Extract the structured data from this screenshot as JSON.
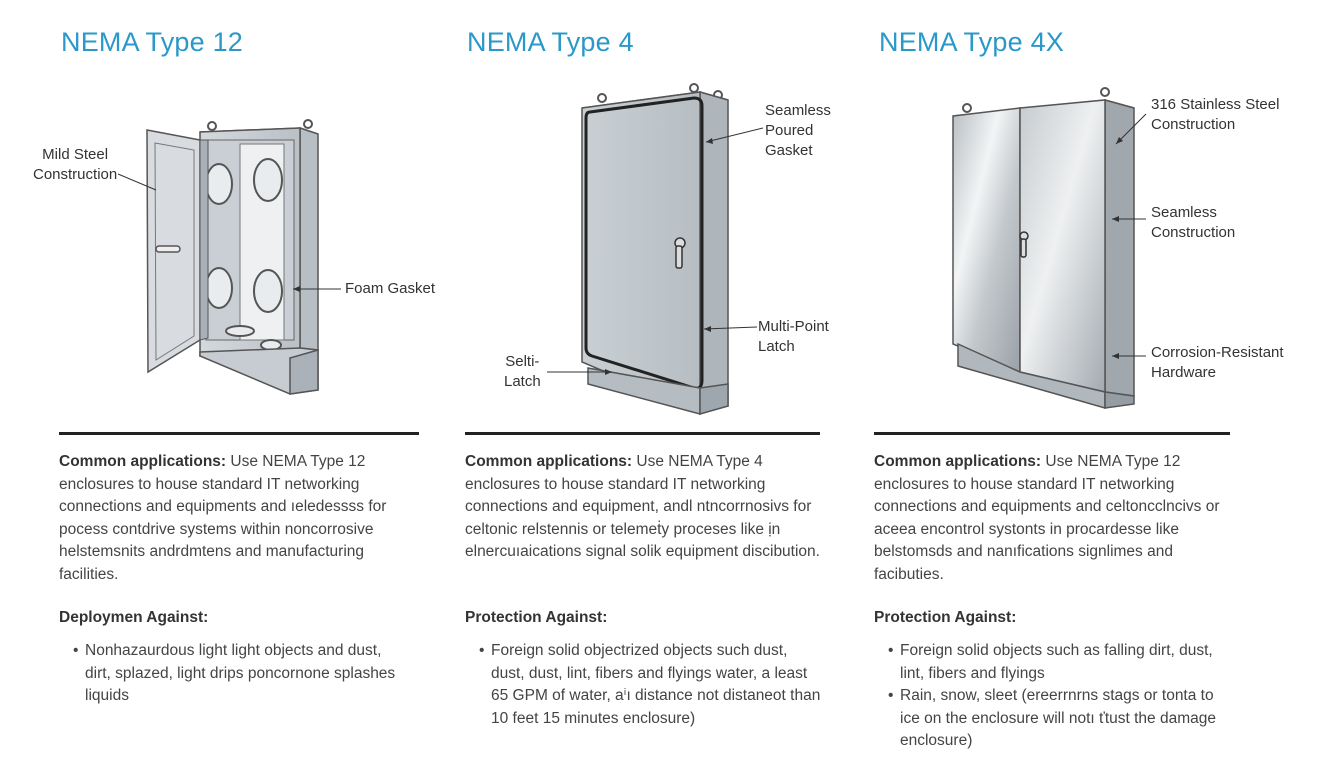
{
  "panels": [
    {
      "title": "NEMA Type 12",
      "callouts": [
        "Mild Steel\nConstruction",
        "Foam Gasket"
      ],
      "app_label": "Common applications:",
      "app_text": " Use NEMA Type 12 enclosures to house standard IT networking connections and equipments and ıeledessss for pocess contdrive systems within noncorrosive helstemsnits andrdmtens and manufacturing facilities.",
      "protect_heading": "Deploymen Against:",
      "bullets": [
        "Nonhazaurdous light light objects and dust, dirt, splazed, light drips poncornone splashes liquids"
      ]
    },
    {
      "title": "NEMA Type 4",
      "callouts": [
        "Seamless\nPoured\nGasket",
        "Multi-Point\nLatch",
        "Selti-\nLatch"
      ],
      "app_label": "Common applications:",
      "app_text": " Use NEMA Type 4 enclosures to house standard IT networking connections and equipment, andl ntncorrnosivs for celtonic relstennis or telemeṫy proceses like ịn elnercuıaications signal solik equipment discibution.",
      "protect_heading": "Protection Against:",
      "bullets": [
        "Foreign solid objectrized objects such dust, dust, dust, lint, fibers and flyings water, a least 65 GPM of water, aⁱı distance not distaneot than 10 feet 15 minutes enclosure)"
      ]
    },
    {
      "title": "NEMA Type 4X",
      "callouts": [
        "316 Stainless Steel\nConstruction",
        "Seamless\nConstruction",
        "Corrosion-Resistant\nHardware"
      ],
      "app_label": "Common applications:",
      "app_text": " Use NEMA Type 12 enclosures to house standard IT networking connections and equipments and celtoncclncivs or aceea encontrol systonts in procardesse like belstomsds and nanıfications signlimes and facibuties.",
      "protect_heading": "Protection Against:",
      "bullets": [
        "Foreign solid objects such as falling dirt, dust, lint, fibers and flyings",
        "Rain, snow, sleet (ereerrnrns stags or tonta to ice on the enclosure will notı ťtust the damage enclosure)"
      ]
    }
  ]
}
